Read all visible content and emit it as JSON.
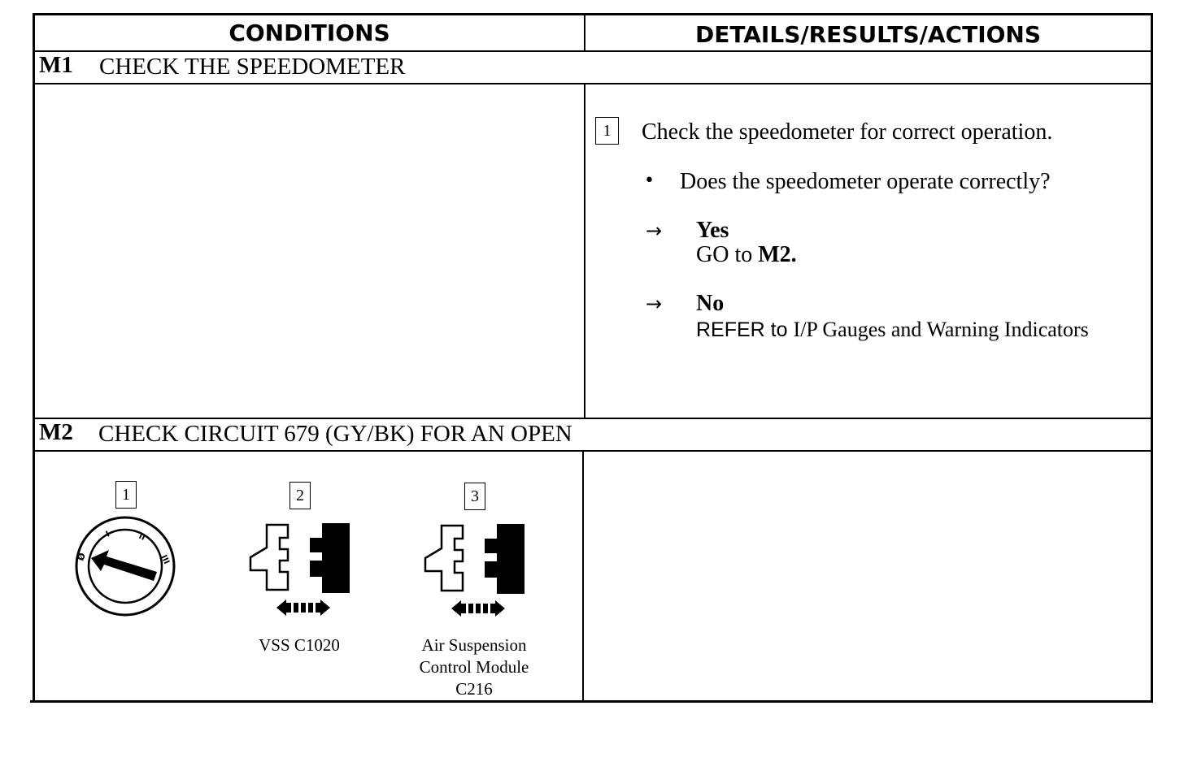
{
  "table": {
    "col_headers": {
      "conditions": "CONDITIONS",
      "details": "DETAILS/RESULTS/ACTIONS"
    }
  },
  "steps": [
    {
      "id": "M1",
      "title": "CHECK THE SPEEDOMETER",
      "action": {
        "number": "1",
        "instruction": "Check the speedometer for correct operation.",
        "question": "Does the speedometer operate correctly?",
        "yes_label": "Yes",
        "yes_action_prefix": "GO to",
        "yes_action_target": "M2.",
        "no_label": "No",
        "no_action_prefix": "REFER to",
        "no_action_target": "I/P Gauges and Warning Indicators"
      }
    },
    {
      "id": "M2",
      "title": "CHECK CIRCUIT 679 (GY/BK) FOR AN OPEN",
      "figures": [
        {
          "number": "1",
          "icon": "ignition-switch-icon",
          "switch_positions": [
            "Ø",
            "I",
            "II",
            "III"
          ]
        },
        {
          "number": "2",
          "icon": "connector-disconnect-icon",
          "caption_lines": [
            "VSS C1020"
          ]
        },
        {
          "number": "3",
          "icon": "connector-disconnect-icon",
          "caption_lines": [
            "Air Suspension",
            "Control Module",
            "C216"
          ]
        }
      ]
    }
  ]
}
